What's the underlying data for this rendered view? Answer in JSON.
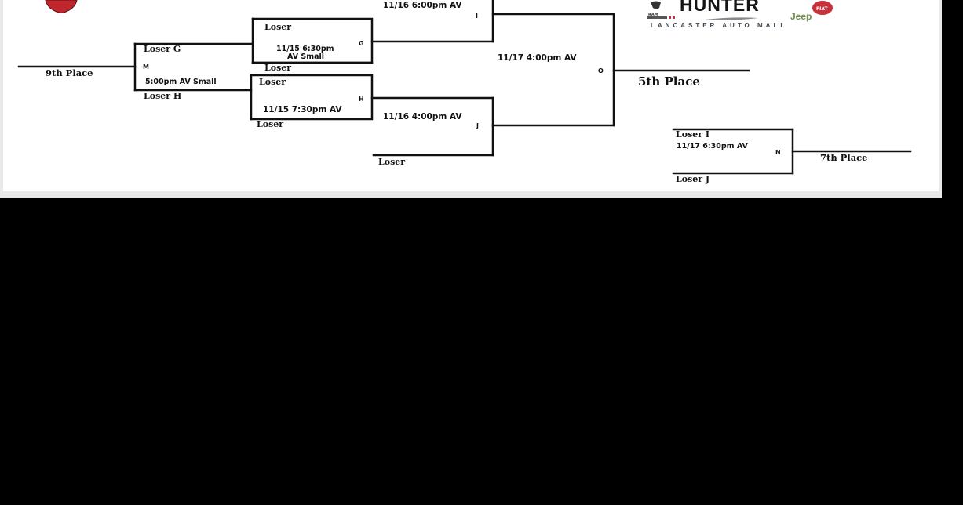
{
  "colors": {
    "background": "#000000",
    "sheet": "#ffffff",
    "line": "#111111",
    "mascot": "#c0272d",
    "sponsor_accent": "#6f8f4a",
    "sponsor_badge": "#c8303a"
  },
  "bracket": {
    "left": {
      "place_label": "9th Place",
      "game_m": {
        "top_team": "Loser G",
        "code": "M",
        "time": "5:00pm  AV Small",
        "bottom_team": "Loser H"
      }
    },
    "game_g": {
      "top_team": "Loser",
      "code": "G",
      "time": "11/15 6:30pm",
      "venue": "AV Small",
      "bottom_team": "Loser"
    },
    "game_h": {
      "top_team": "Loser",
      "code": "H",
      "time": "11/15  7:30pm  AV",
      "bottom_team": "Loser"
    },
    "game_i": {
      "time": "11/16  6:00pm  AV",
      "code": "I"
    },
    "game_j": {
      "time": "11/16  4:00pm  AV",
      "code": "J",
      "bottom_team": "Loser"
    },
    "game_o": {
      "time": "11/17   4:00pm   AV",
      "code": "O",
      "place_label": "5th Place"
    },
    "game_n": {
      "top_team": "Loser I",
      "time": "11/17  6:30pm  AV",
      "code": "N",
      "bottom_team": "Loser J",
      "place_label": "7th Place"
    }
  },
  "sponsor": {
    "name": "HUNTER",
    "sub_brand": "Jeep",
    "tagline": "LANCASTER AUTO MALL",
    "icons": [
      "ram-logo-icon",
      "dodge-logo-icon",
      "chrysler-logo-icon",
      "fiat-logo-icon"
    ]
  }
}
